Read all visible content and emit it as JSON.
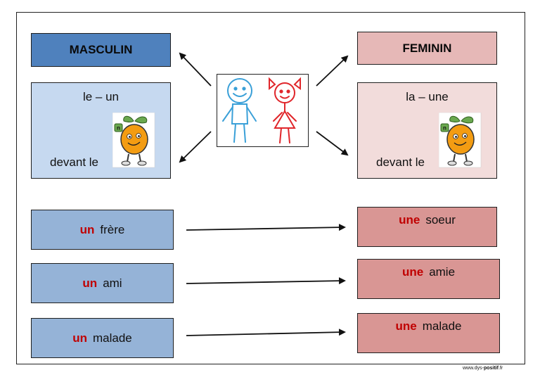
{
  "masculin": {
    "title": "MASCULIN",
    "article": "le – un",
    "devant": "devant le",
    "words": [
      {
        "article": "un",
        "noun": "frère"
      },
      {
        "article": "un",
        "noun": "ami"
      },
      {
        "article": "un",
        "noun": "malade"
      }
    ]
  },
  "feminin": {
    "title": "FEMININ",
    "article": "la – une",
    "devant": "devant le",
    "words": [
      {
        "article": "une",
        "noun": "soeur"
      },
      {
        "article": "une",
        "noun": "amie"
      },
      {
        "article": "une",
        "noun": "malade"
      }
    ]
  },
  "mascot_badge": "n",
  "credit": {
    "prefix": "www.dys-",
    "brand": "positif",
    "suffix": ".fr"
  },
  "colors": {
    "masc_title": "#4f81bd",
    "masc_rule": "#c6d9f0",
    "masc_word": "#95b3d7",
    "fem_title": "#e6b8b7",
    "fem_rule": "#f2dcdb",
    "fem_word": "#d99694",
    "article_red": "#c00000",
    "boy_blue": "#3aa0d8",
    "girl_red": "#e0262b"
  }
}
